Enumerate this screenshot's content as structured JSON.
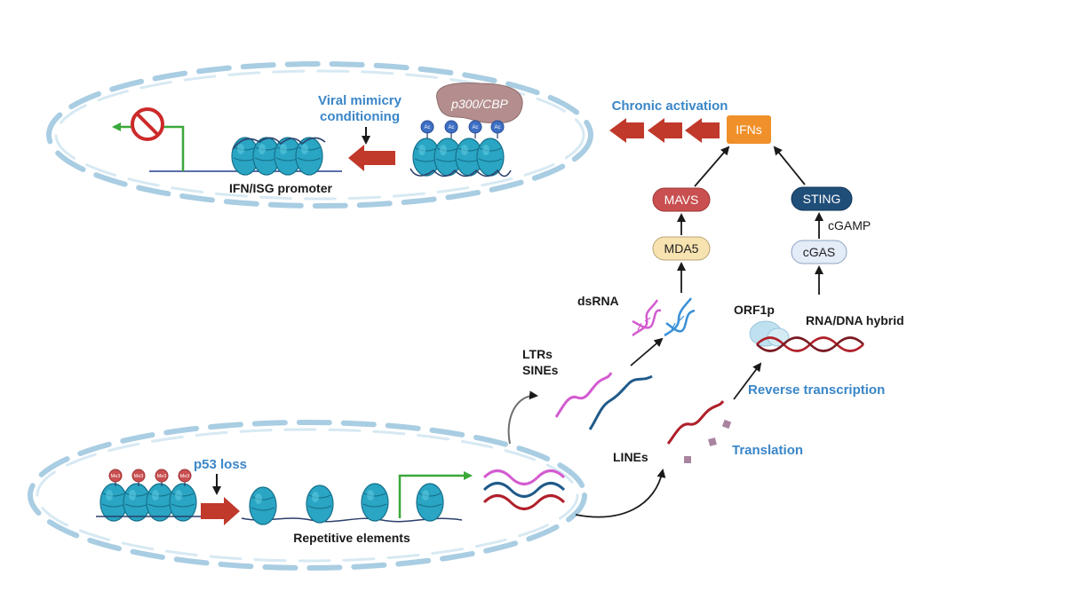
{
  "labels": {
    "viral_mimicry": [
      "Viral mimicry",
      "conditioning"
    ],
    "p300": "p300/CBP",
    "ac": "Ac",
    "me": "Me3",
    "promoter": "IFN/ISG promoter",
    "chronic": "Chronic activation",
    "p53": "p53 loss",
    "repetitive": "Repetitive elements",
    "ltrs": [
      "LTRs",
      "SINEs"
    ],
    "lines": "LINEs",
    "dsrna": "dsRNA",
    "orf1p": "ORF1p",
    "hybrid": "RNA/DNA hybrid",
    "reverse": "Reverse transcription",
    "translation": "Translation",
    "cgamp": "cGAMP"
  },
  "nodes": {
    "ifns": "IFNs",
    "mavs": "MAVS",
    "sting": "STING",
    "mda5": "MDA5",
    "cgas": "cGAS"
  },
  "colors": {
    "membrane": "#a9cde2",
    "nucleosome": "#2aa5c4",
    "red_arrow": "#c0392b",
    "blue_text": "#3a86c8",
    "ifns": "#f0902a",
    "mavs": "#c94f50",
    "sting": "#1f4e79",
    "mda5": "#f7e3b0",
    "cgas": "#e3ecf7",
    "green": "#3aa83a",
    "p300": "#b48e8e"
  },
  "icons": [
    "no-symbol-icon",
    "nucleosome-icon",
    "rna-strand-icon",
    "dna-helix-icon",
    "orf1p-protein-icon"
  ]
}
